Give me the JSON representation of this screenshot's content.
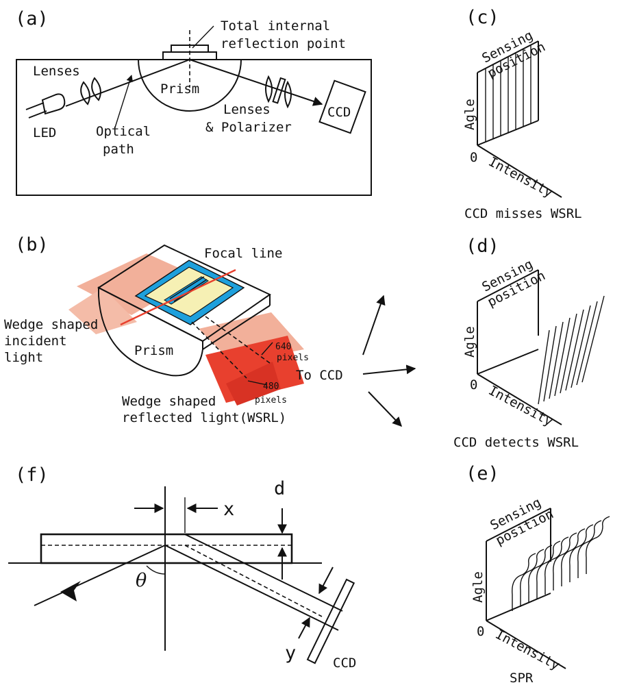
{
  "panels": {
    "a": {
      "tag": "(a)",
      "tir_label_1": "Total internal",
      "tir_label_2": "reflection point",
      "lenses_left": "Lenses",
      "prism": "Prism",
      "led": "LED",
      "optical_path_1": "Optical",
      "optical_path_2": "path",
      "lenses_right_1": "Lenses",
      "lenses_right_2": "& Polarizer",
      "ccd": "CCD"
    },
    "b": {
      "tag": "(b)",
      "focal_line": "Focal line",
      "incident_1": "Wedge shaped",
      "incident_2": "incident",
      "incident_3": "light",
      "prism": "Prism",
      "px640_1": "640",
      "px640_2": "pixels",
      "px480_1": "480",
      "px480_2": "pixels",
      "to_ccd": "To CCD",
      "reflected_1": "Wedge shaped",
      "reflected_2": "reflected light(WSRL)"
    },
    "c": {
      "tag": "(c)",
      "sensing_1": "Sensing",
      "sensing_2": "position",
      "agle": "Agle",
      "zero": "0",
      "intensity": "Intensity",
      "caption": "CCD misses WSRL"
    },
    "d": {
      "tag": "(d)",
      "sensing_1": "Sensing",
      "sensing_2": "position",
      "agle": "Agle",
      "zero": "0",
      "intensity": "Intensity",
      "caption": "CCD detects WSRL"
    },
    "e": {
      "tag": "(e)",
      "sensing_1": "Sensing",
      "sensing_2": "position",
      "agle": "Agle",
      "zero": "0",
      "intensity": "Intensity",
      "caption": "SPR"
    },
    "f": {
      "tag": "(f)",
      "x": "x",
      "d": "d",
      "theta": "θ",
      "y": "y",
      "ccd": "CCD"
    }
  },
  "colors": {
    "stroke": "#111111",
    "chip_blue": "#1ea0dc",
    "chip_yellow": "#f6f0b4",
    "wedge_light": "#f2b09a",
    "wedge_red": "#e8402e",
    "wedge_red_dark": "#d83224",
    "focal_line_red": "#e8402e"
  }
}
